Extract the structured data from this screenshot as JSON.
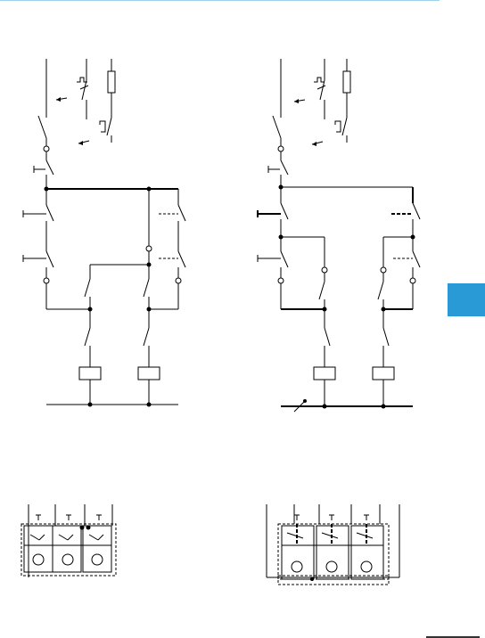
{
  "page": {
    "accent_color": "#2a9ad6",
    "rule_color": "#9fd2ea",
    "line_color": "#000000"
  },
  "diagrams": [
    {
      "name": "control-circuit-left",
      "symbols": [
        "switch-contact",
        "fuse-icon",
        "thermal-overload-icon",
        "coil-icon",
        "junction-dot"
      ]
    },
    {
      "name": "control-circuit-right",
      "symbols": [
        "switch-contact",
        "fuse-icon",
        "thermal-overload-icon",
        "coil-icon",
        "junction-dot"
      ]
    },
    {
      "name": "contact-block-left",
      "symbols": [
        "contact-module",
        "lamp-circle"
      ]
    },
    {
      "name": "contact-block-right",
      "symbols": [
        "contact-module",
        "lamp-circle"
      ]
    }
  ]
}
